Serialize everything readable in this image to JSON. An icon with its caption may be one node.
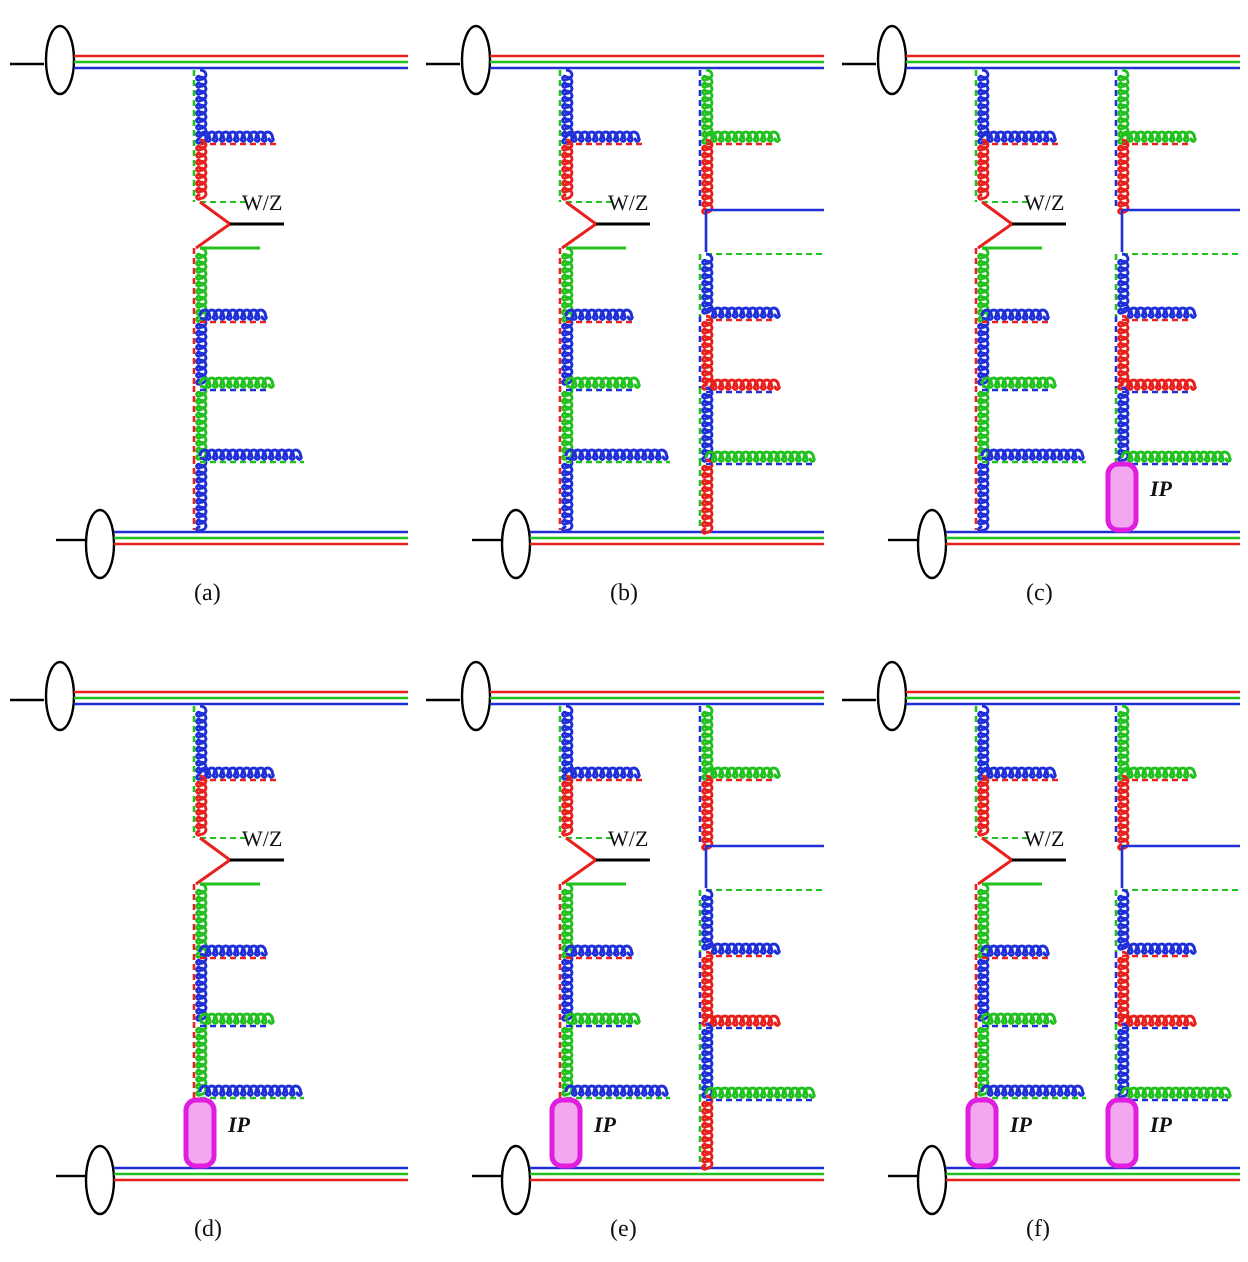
{
  "diagram": {
    "labels": [
      "W/Z",
      "W/Z",
      "W/Z",
      "IP",
      "(a)",
      "(b)",
      "(c)",
      "W/Z",
      "IP",
      "W/Z",
      "IP",
      "W/Z",
      "IP",
      "IP",
      "(d)",
      "(e)",
      "(f)"
    ]
  }
}
